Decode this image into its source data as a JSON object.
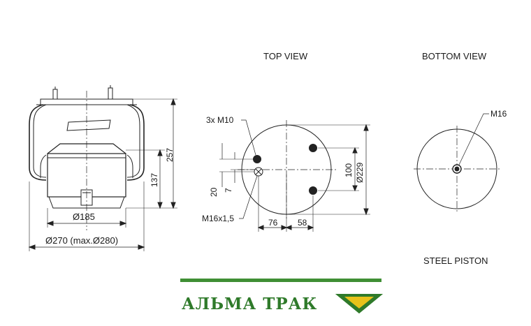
{
  "views": {
    "top": "TOP VIEW",
    "bottom": "BOTTOM VIEW",
    "piston": "STEEL PISTON"
  },
  "side": {
    "h257": "257",
    "h137": "137",
    "d185": "Ø185",
    "d270": "Ø270 (max.Ø280)"
  },
  "top_view": {
    "m10": "3x M10",
    "m16": "M16x1,5",
    "d20": "20",
    "d7": "7",
    "d76": "76",
    "d58": "58",
    "d100": "100",
    "d229": "Ø229"
  },
  "bottom_view": {
    "m16": "M16"
  },
  "brand": {
    "name": "АЛЬМА ТРАК",
    "green": "#2f7a2a",
    "yellow": "#e8c21a"
  }
}
